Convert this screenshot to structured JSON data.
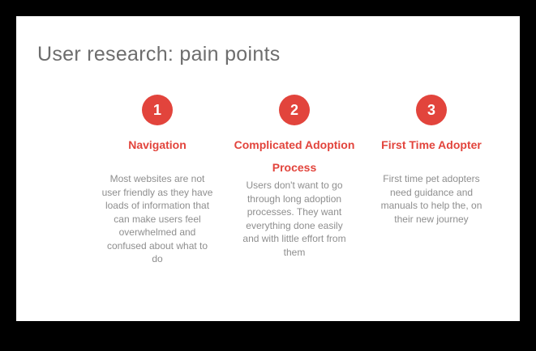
{
  "slide": {
    "title": "User research: pain points",
    "columns": [
      {
        "number": "1",
        "title": "Navigation",
        "body": "Most websites are not user friendly as they have loads of information that can make users feel overwhelmed and confused about what to do"
      },
      {
        "number": "2",
        "title": "Complicated Adoption Process",
        "body": "Users don't want to go through long adoption processes. They want everything done easily and with little effort from them"
      },
      {
        "number": "3",
        "title": "First Time Adopter",
        "body": "First time pet adopters need guidance and manuals to help the, on their new journey"
      }
    ],
    "colors": {
      "accent": "#e2443c",
      "title_gray": "#6d6d6d",
      "body_gray": "#8e8e8e",
      "frame_black": "#000000",
      "slide_background": "#ffffff"
    }
  }
}
